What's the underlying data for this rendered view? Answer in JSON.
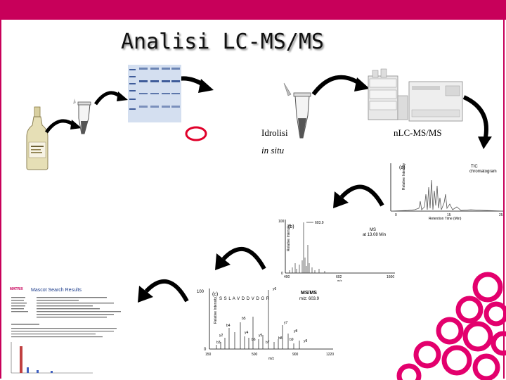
{
  "slide": {
    "title": "Analisi LC-MS/MS",
    "label_hydrolysis": "Idrolisi",
    "label_in_situ": "in situ",
    "label_nlc": "nLC-MS/MS"
  },
  "tic_panel": {
    "tag": "(a)",
    "title_line1": "TIC",
    "title_line2": "chromatogram",
    "ylabel": "Relative Intensity",
    "xlabel": "Retention Time (Min)",
    "ticks_x": [
      "0",
      "15",
      "25"
    ]
  },
  "ms_panel": {
    "tag": "(b)",
    "peak_label": "603.9",
    "title_line1": "MS",
    "title_line2": "at 13.08 Min",
    "ylabel": "Relative Intensity",
    "xlabel": "m/z",
    "ticks_x": [
      "400",
      "602",
      "1600"
    ],
    "ticks_y": [
      "100",
      "0"
    ]
  },
  "msms_panel": {
    "tag": "(c)",
    "title_line1": "MS/MS",
    "title_line2": "m/z: 603.9",
    "ylabel": "Relative Intensity",
    "xlabel": "m/z",
    "ticks_x": [
      "150",
      "500",
      "900",
      "1220"
    ],
    "ticks_y": [
      "100",
      "0"
    ],
    "sequence": "S S L A V D D V D G R",
    "ion_labels": [
      "y6",
      "b5",
      "y7",
      "b4",
      "y2",
      "y4",
      "y5",
      "b3",
      "b6",
      "b7",
      "b8",
      "y8",
      "b9",
      "y9"
    ]
  },
  "mascot_panel": {
    "header": "Mascot Search Results",
    "logo": "MATRIX"
  },
  "colors": {
    "accent": "#c8005a",
    "arrow": "#000000",
    "gel_bg": "#d4dff0",
    "gel_band": "#3f5c9a",
    "ring": "#e3006d"
  }
}
